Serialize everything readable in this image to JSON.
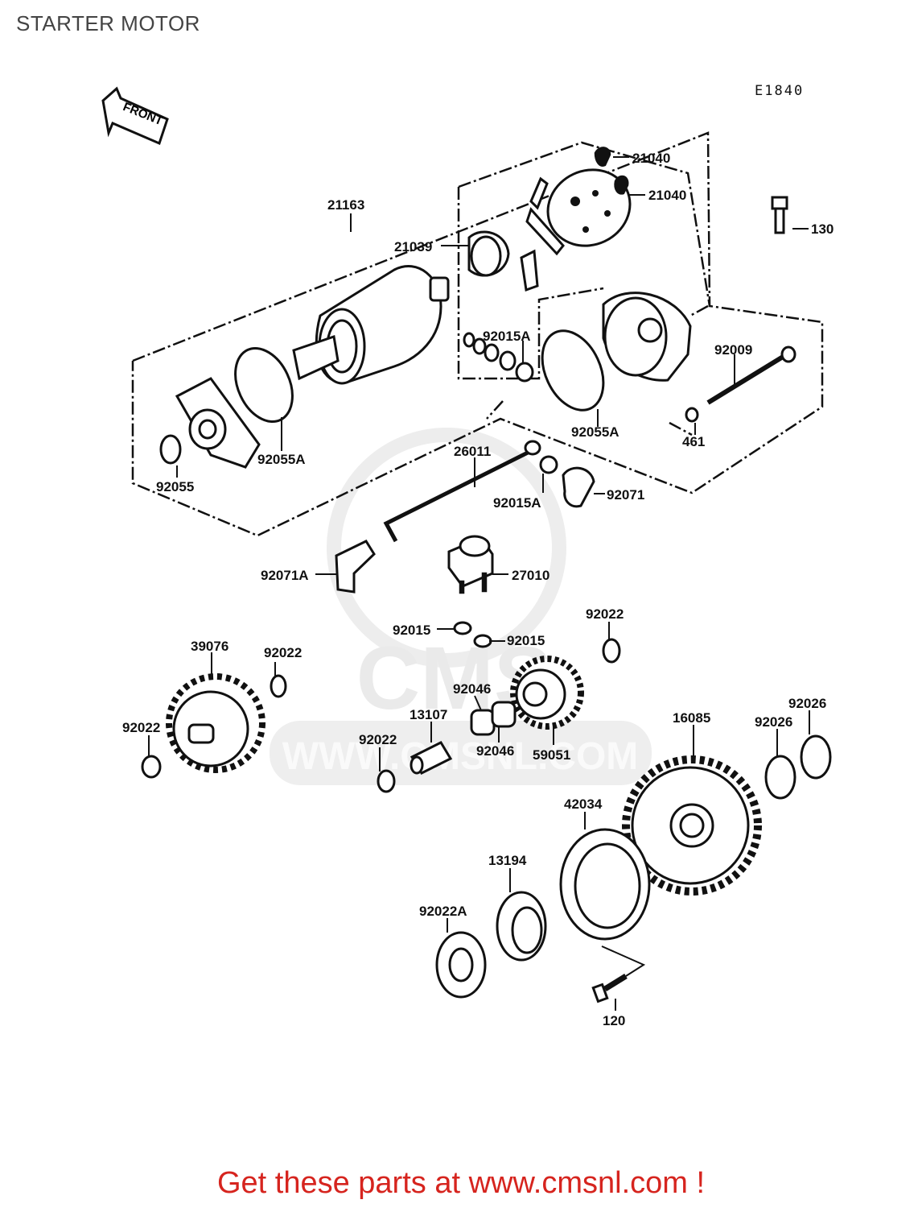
{
  "page": {
    "title": "STARTER MOTOR"
  },
  "diagram": {
    "code": "E1840",
    "front_label": "FRONT",
    "watermark": {
      "brand": "CMS",
      "url": "WWW.CMSNL.COM"
    },
    "callouts": [
      {
        "id": "21163",
        "label": "21163"
      },
      {
        "id": "21039",
        "label": "21039"
      },
      {
        "id": "21040a",
        "label": "21040"
      },
      {
        "id": "21040b",
        "label": "21040"
      },
      {
        "id": "130",
        "label": "130"
      },
      {
        "id": "92015A-a",
        "label": "92015A"
      },
      {
        "id": "92009",
        "label": "92009"
      },
      {
        "id": "92055A-a",
        "label": "92055A"
      },
      {
        "id": "92055A-b",
        "label": "92055A"
      },
      {
        "id": "461",
        "label": "461"
      },
      {
        "id": "92055",
        "label": "92055"
      },
      {
        "id": "26011",
        "label": "26011"
      },
      {
        "id": "92015A-b",
        "label": "92015A"
      },
      {
        "id": "92071",
        "label": "92071"
      },
      {
        "id": "92071A",
        "label": "92071A"
      },
      {
        "id": "27010",
        "label": "27010"
      },
      {
        "id": "92015a",
        "label": "92015"
      },
      {
        "id": "92015b",
        "label": "92015"
      },
      {
        "id": "92022a",
        "label": "92022"
      },
      {
        "id": "39076",
        "label": "39076"
      },
      {
        "id": "92022b",
        "label": "92022"
      },
      {
        "id": "92046a",
        "label": "92046"
      },
      {
        "id": "92022c",
        "label": "92022"
      },
      {
        "id": "13107",
        "label": "13107"
      },
      {
        "id": "92022d",
        "label": "92022"
      },
      {
        "id": "92046b",
        "label": "92046"
      },
      {
        "id": "59051",
        "label": "59051"
      },
      {
        "id": "16085",
        "label": "16085"
      },
      {
        "id": "92026a",
        "label": "92026"
      },
      {
        "id": "92026b",
        "label": "92026"
      },
      {
        "id": "42034",
        "label": "42034"
      },
      {
        "id": "13194",
        "label": "13194"
      },
      {
        "id": "92022A",
        "label": "92022A"
      },
      {
        "id": "120",
        "label": "120"
      }
    ]
  },
  "footer": {
    "text": "Get these parts at www.cmsnl.com !"
  }
}
